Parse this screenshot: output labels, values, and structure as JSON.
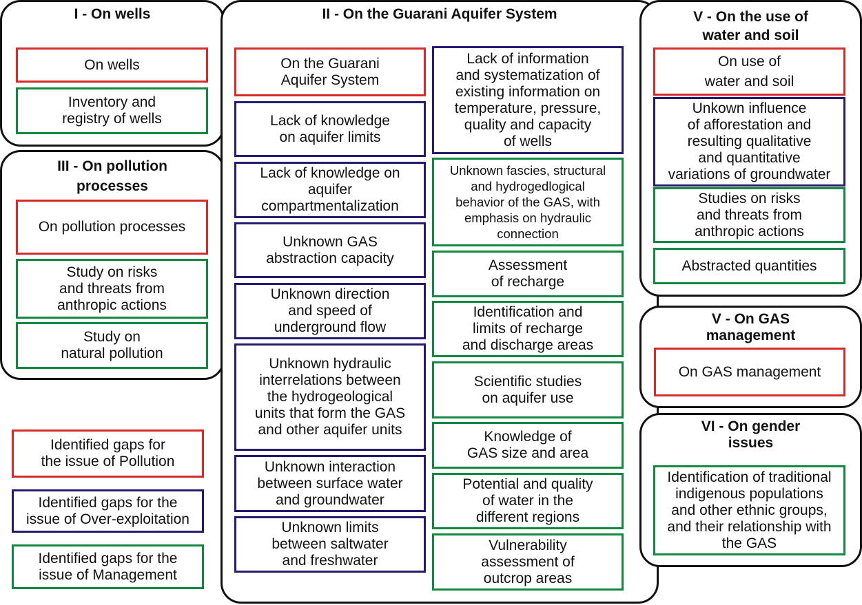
{
  "colors": {
    "pollution": "#d42a2a",
    "over_exploitation": "#241a6e",
    "management": "#12873f",
    "panel_border": "#111111"
  },
  "panels": {
    "wells": {
      "title": "I - On wells",
      "items": [
        {
          "text": "On wells",
          "category": "pollution"
        },
        {
          "text": "Inventory and\nregistry of wells",
          "category": "management"
        }
      ]
    },
    "gas": {
      "title": "II - On the Guarani Aquifer System",
      "left_items": [
        {
          "text": "On the Guarani\nAquifer System",
          "category": "pollution"
        },
        {
          "text": "Lack of knowledge\non aquifer limits",
          "category": "over_exploitation"
        },
        {
          "text": "Lack of knowledge on\naquifer\ncompartmentalization",
          "category": "over_exploitation"
        },
        {
          "text": "Unknown GAS\nabstraction capacity",
          "category": "over_exploitation"
        },
        {
          "text": "Unknown direction\nand speed of\nunderground flow",
          "category": "over_exploitation"
        },
        {
          "text": "Unknown hydraulic\ninterrelations between\nthe hydrogeological\nunits that form the GAS\nand other aquifer units",
          "category": "over_exploitation"
        },
        {
          "text": "Unknown interaction\nbetween surface water\nand groundwater",
          "category": "over_exploitation"
        },
        {
          "text": "Unknown limits\nbetween saltwater\nand freshwater",
          "category": "over_exploitation"
        }
      ],
      "right_items": [
        {
          "text": "Lack of information\nand systematization of\nexisting information on\ntemperature, pressure,\nquality and capacity\nof wells",
          "category": "over_exploitation"
        },
        {
          "text": "Unknown fascies, structural\nand hydrogedlogical\nbehavior of the GAS, with\nemphasis on hydraulic\nconnection",
          "category": "management"
        },
        {
          "text": "Assessment\nof recharge",
          "category": "management"
        },
        {
          "text": "Identification and\nlimits of recharge\nand discharge areas",
          "category": "management"
        },
        {
          "text": "Scientific studies\non aquifer use",
          "category": "management"
        },
        {
          "text": "Knowledge of\nGAS size and area",
          "category": "management"
        },
        {
          "text": "Potential and quality\nof water in the\ndifferent regions",
          "category": "management"
        },
        {
          "text": "Vulnerability\nassessment of\noutcrop areas",
          "category": "management"
        }
      ]
    },
    "pollution": {
      "title": "III - On pollution\nprocesses",
      "items": [
        {
          "text": "On pollution processes",
          "category": "pollution"
        },
        {
          "text": "Study on risks\nand threats from\nanthropic actions",
          "category": "management"
        },
        {
          "text": "Study on\nnatural pollution",
          "category": "management"
        }
      ]
    },
    "water_soil": {
      "title": "V - On the use of\nwater and soil",
      "items": [
        {
          "text": "On use of\nwater and soil",
          "category": "pollution"
        },
        {
          "text": "Unkown influence\nof afforestation and\nresulting qualitative\nand quantitative\nvariations of groundwater",
          "category": "over_exploitation"
        },
        {
          "text": "Studies on risks\nand threats from\nanthropic actions",
          "category": "management"
        },
        {
          "text": "Abstracted quantities",
          "category": "management"
        }
      ]
    },
    "management": {
      "title": "V - On GAS\nmanagement",
      "items": [
        {
          "text": "On GAS management",
          "category": "pollution"
        }
      ]
    },
    "gender": {
      "title": "VI - On gender\nissues",
      "items": [
        {
          "text": "Identification of traditional\nindigenous  populations\nand other ethnic groups,\nand their relationship with\nthe GAS",
          "category": "management"
        }
      ]
    }
  },
  "legend": [
    {
      "text": "Identified gaps for\nthe issue of Pollution",
      "category": "pollution"
    },
    {
      "text": "Identified gaps for the\nissue of Over-exploitation",
      "category": "over_exploitation"
    },
    {
      "text": "Identified gaps for the\nissue of Management",
      "category": "management"
    }
  ]
}
